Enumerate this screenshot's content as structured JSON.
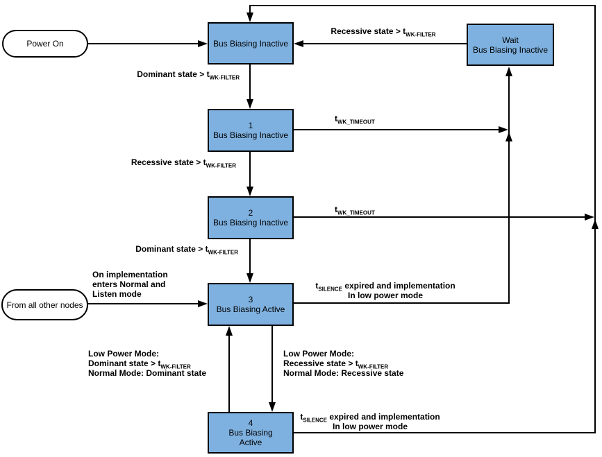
{
  "colors": {
    "state_fill": "#7EB1E0",
    "line_color": "#000000",
    "background": "#FFFFFF"
  },
  "states": {
    "power_on": {
      "label": "Power On"
    },
    "from_all_other_nodes": {
      "label": "From all other nodes"
    },
    "biasing_inactive_top": {
      "line1": "Bus Biasing Inactive"
    },
    "wait_biasing_inactive": {
      "line1": "Wait",
      "line2": "Bus Biasing Inactive"
    },
    "state1": {
      "number": "1",
      "line1": "Bus Biasing Inactive"
    },
    "state2": {
      "number": "2",
      "line1": "Bus Biasing Inactive"
    },
    "state3": {
      "number": "3",
      "line1": "Bus Biasing Active"
    },
    "state4": {
      "number": "4",
      "line1": "Bus Biasing",
      "line2": "Active"
    }
  },
  "transitions": {
    "dominant_after_top": {
      "pre": "Dominant state > t",
      "sub": "WK-FILTER"
    },
    "recessive_from_wait": {
      "pre": "Recessive state > t",
      "sub": "WK-FILTER"
    },
    "wk_timeout_1": {
      "pre": "t",
      "sub": "WK_TIMEOUT"
    },
    "recessive_after_1": {
      "pre": "Recessive state > t",
      "sub": "WK-FILTER"
    },
    "wk_timeout_2": {
      "pre": "t",
      "sub": "WK_TIMEOUT"
    },
    "dominant_after_2": {
      "pre": "Dominant state > t",
      "sub": "WK-FILTER"
    },
    "on_implementation": {
      "line1": "On implementation",
      "line2": "enters Normal and",
      "line3": "Listen mode"
    },
    "silence_3": {
      "pre": "t",
      "sub": "SILENCE",
      "post": " expired and implementation",
      "line2": "In low power mode"
    },
    "low_power_left": {
      "line1": "Low Power Mode:",
      "line2_pre": "Dominant state > t",
      "line2_sub": "WK-FILTER",
      "line3": "Normal Mode: Dominant state"
    },
    "low_power_right": {
      "line1": "Low Power Mode:",
      "line2_pre": "Recessive state > t",
      "line2_sub": "WK-FILTER",
      "line3": "Normal Mode: Recessive state"
    },
    "silence_4": {
      "pre": "t",
      "sub": "SILENCE",
      "post": " expired and implementation",
      "line2": "In low power mode"
    }
  }
}
